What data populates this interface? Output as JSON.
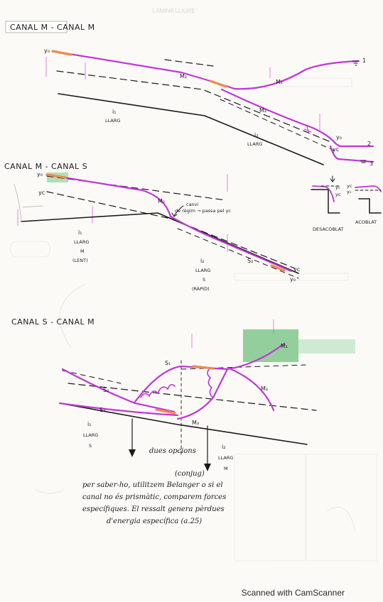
{
  "sections": [
    {
      "title": "CANAL M - CANAL M"
    },
    {
      "title": "CANAL M - CANAL S"
    },
    {
      "title": "CANAL S - CANAL M"
    }
  ],
  "d1": {
    "y0_left": "y₀",
    "m2": "M₂",
    "m1": "M₁",
    "m2b": "M₂",
    "y0_right": "y₀",
    "yc_right": "yc",
    "n1": "1",
    "n2": "2",
    "n3": "3",
    "slope1": [
      "i₁",
      "LLARG"
    ],
    "slope2": [
      "i₂",
      "LLARG"
    ]
  },
  "d2": {
    "y0_left": "y₀",
    "yc_left": "yc",
    "m2": "M₂",
    "change_note": [
      "canvi",
      "de règim → passa pel yc"
    ],
    "s2": "S₂",
    "yc_right": "yc",
    "y0_right": "y₀",
    "slope1": [
      "i₁",
      "LLARG",
      "M",
      "(LENT)"
    ],
    "slope2": [
      "i₂",
      "LLARG",
      "S",
      "(RÀPID)"
    ],
    "drop_label": "DESACOBLAT",
    "couple_label": "ACOBLAT",
    "drop_y0": "y₀",
    "drop_yc": "yc",
    "couple_yc": "yc",
    "couple_y0": "y₀"
  },
  "d3": {
    "s1": "S₁",
    "m1": "M₁",
    "s2": "S₂",
    "m2": "M₂",
    "s3": "S₃",
    "m3": "M₃",
    "slope1": [
      "i₁",
      "LLARG",
      "S"
    ],
    "two_options": "dues opcions",
    "slope2": [
      "i₂",
      "LLARG",
      "M"
    ],
    "conjugate": "(conjug)"
  },
  "note": [
    "per saber-ho, utilitzem Belanger o si el",
    "canal no és prismàtic, comparem forces",
    "específiques. El ressalt genera pèrdues",
    "d'energia específica (a.25)"
  ],
  "ghost_text": [
    "LÀMINA LLIURE"
  ],
  "footer": "Scanned with CamScanner",
  "colors": {
    "profile": "#c236d8",
    "ink": "#1a1a1a",
    "orange": "#f2894a",
    "green": "#2f9b3f",
    "ghost_pink": "#e48fe0"
  }
}
